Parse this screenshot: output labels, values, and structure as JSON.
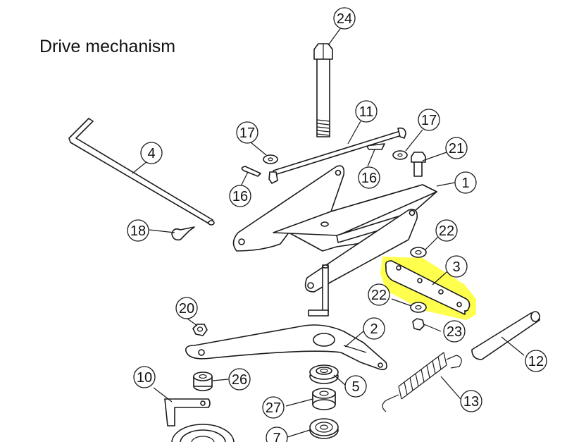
{
  "title": "Drive mechanism",
  "highlight_color": "#ffff3a",
  "callouts": [
    {
      "id": "c24",
      "label": "24"
    },
    {
      "id": "c11",
      "label": "11"
    },
    {
      "id": "c17a",
      "label": "17"
    },
    {
      "id": "c17b",
      "label": "17"
    },
    {
      "id": "c21",
      "label": "21"
    },
    {
      "id": "c4",
      "label": "4"
    },
    {
      "id": "c16a",
      "label": "16"
    },
    {
      "id": "c16b",
      "label": "16"
    },
    {
      "id": "c1",
      "label": "1"
    },
    {
      "id": "c18",
      "label": "18"
    },
    {
      "id": "c22a",
      "label": "22"
    },
    {
      "id": "c3",
      "label": "3"
    },
    {
      "id": "c22b",
      "label": "22"
    },
    {
      "id": "c20",
      "label": "20"
    },
    {
      "id": "c23",
      "label": "23"
    },
    {
      "id": "c2",
      "label": "2"
    },
    {
      "id": "c12",
      "label": "12"
    },
    {
      "id": "c10",
      "label": "10"
    },
    {
      "id": "c26",
      "label": "26"
    },
    {
      "id": "c5",
      "label": "5"
    },
    {
      "id": "c13",
      "label": "13"
    },
    {
      "id": "c27",
      "label": "27"
    },
    {
      "id": "c7",
      "label": "7"
    }
  ]
}
